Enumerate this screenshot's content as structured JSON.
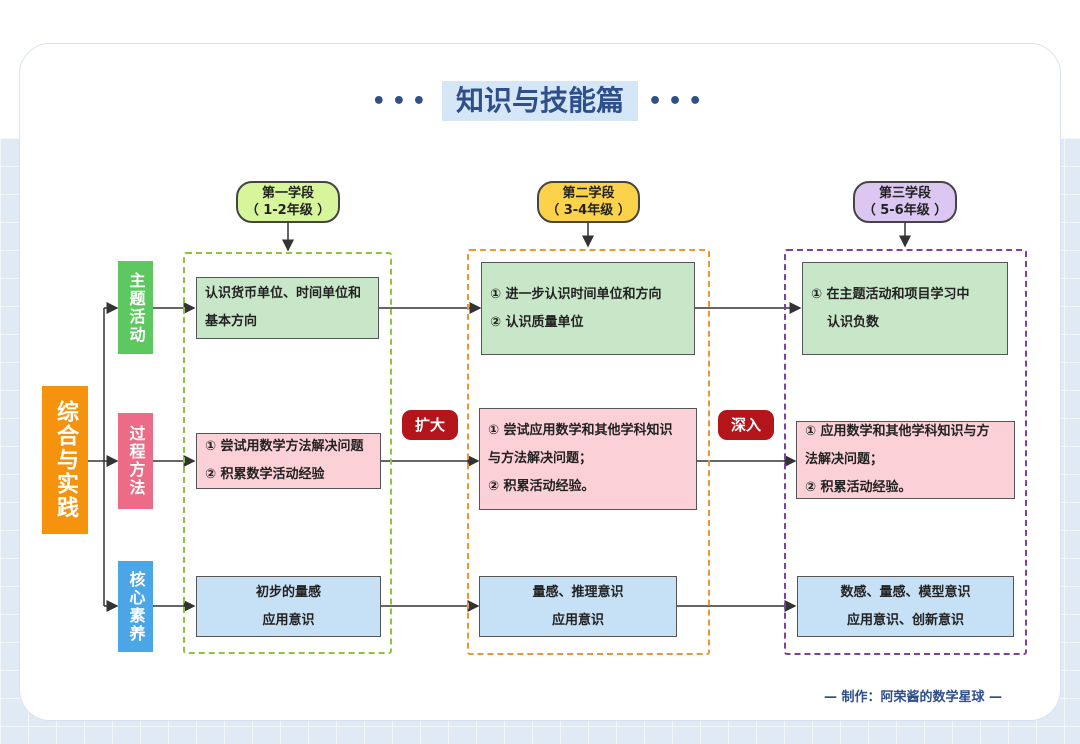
{
  "title": "知识与技能篇",
  "title_dots": "•••",
  "left_label": "综合与实践",
  "rows": [
    {
      "label": "主题活动",
      "color": "#5cc85f"
    },
    {
      "label": "过程方法",
      "color": "#ec6c87"
    },
    {
      "label": "核心素养",
      "color": "#4aa6e6"
    }
  ],
  "stages": [
    {
      "name": "第一学段",
      "grade": "（ 1-2年级 ）",
      "pill_color": "#d7f59a",
      "frame_color": "#8cc63f",
      "theme": [
        "认识货币单位、时间单位和",
        "基本方向"
      ],
      "process": [
        "① 尝试用数学方法解决问题",
        "② 积累数学活动经验"
      ],
      "core": [
        "初步的量感",
        "应用意识"
      ]
    },
    {
      "name": "第二学段",
      "grade": "（ 3-4年级 ）",
      "pill_color": "#fbd24a",
      "frame_color": "#f0962e",
      "theme": [
        "① 进一步认识时间单位和方向",
        "② 认识质量单位"
      ],
      "process": [
        "① 尝试应用数学和其他学科知识",
        "与方法解决问题；",
        "② 积累活动经验。"
      ],
      "core": [
        "量感、推理意识",
        "应用意识"
      ]
    },
    {
      "name": "第三学段",
      "grade": "（ 5-6年级 ）",
      "pill_color": "#dcc6f2",
      "frame_color": "#7e3fa8",
      "theme": [
        "① 在主题活动和项目学习中",
        "认识负数"
      ],
      "process": [
        "① 应用数学和其他学科知识与方",
        "法解决问题；",
        "② 积累活动经验。"
      ],
      "core": [
        "数感、量感、模型意识",
        "应用意识、创新意识"
      ]
    }
  ],
  "badges": [
    "扩大",
    "深入"
  ],
  "footer": "— 制作：阿荣酱的数学星球 —"
}
